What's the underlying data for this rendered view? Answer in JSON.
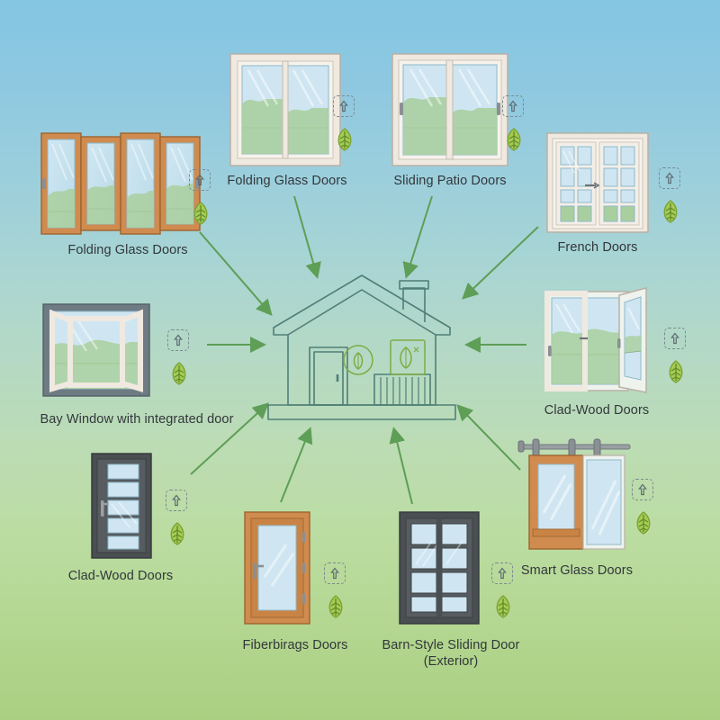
{
  "background": {
    "top_color": "#84c6e3",
    "mid_color": "#b5d9c4",
    "bottom_color": "#aacf81"
  },
  "theme": {
    "arrow_color": "#5e9e56",
    "house_line_color": "#4f7f77",
    "leaf_color": "#9cc84f",
    "leaf_stroke": "#6f9e2f",
    "caption_color": "#32373b",
    "wood_frame": "#d08b4e",
    "white_frame": "#efe9e0",
    "dark_frame": "#4a4f52",
    "glass_color": "#c7e3ef"
  },
  "house": {
    "name": "eco-house",
    "badges": [
      "leaf-circle-badge",
      "leaf-square-badge"
    ],
    "features": [
      "roof",
      "chimney",
      "front-door",
      "porch-railing",
      "foundation"
    ]
  },
  "items": [
    {
      "id": "folding-glass-doors-left",
      "label": "Folding Glass Doors",
      "style": "bifold-wood",
      "frame_color": "#d08b4e",
      "panels": 4,
      "badges": {
        "energy": "up-arrow-icon",
        "eco": "leaf-icon"
      }
    },
    {
      "id": "folding-glass-doors-top",
      "label": "Folding Glass Doors",
      "style": "double-white",
      "frame_color": "#efe9e0",
      "panels": 2,
      "badges": {
        "energy": "up-arrow-icon",
        "eco": "leaf-icon"
      }
    },
    {
      "id": "sliding-patio-doors",
      "label": "Sliding Patio Doors",
      "style": "sliding-white",
      "frame_color": "#efe9e0",
      "panels": 2,
      "badges": {
        "energy": "up-arrow-icon",
        "eco": "leaf-icon"
      }
    },
    {
      "id": "french-doors",
      "label": "French Doors",
      "style": "french-grid",
      "frame_color": "#efe9e0",
      "panels": 2,
      "badges": {
        "energy": "up-arrow-icon",
        "eco": "leaf-icon"
      }
    },
    {
      "id": "bay-window-integrated-door",
      "label": "Bay Window with integrated door",
      "style": "bay-window",
      "frame_color": "#6e7b83",
      "panels": 3,
      "badges": {
        "energy": "up-arrow-icon",
        "eco": "leaf-icon"
      }
    },
    {
      "id": "clad-wood-doors-right",
      "label": "Clad-Wood Doors",
      "style": "open-double-white",
      "frame_color": "#efe9e0",
      "panels": 2,
      "badges": {
        "energy": "up-arrow-icon",
        "eco": "leaf-icon"
      }
    },
    {
      "id": "clad-wood-doors-left",
      "label": "Clad-Wood Doors",
      "style": "dark-slab-5lite",
      "frame_color": "#4a4f52",
      "panels": 5,
      "badges": {
        "energy": "up-arrow-icon",
        "eco": "leaf-icon"
      }
    },
    {
      "id": "fiberbirags-doors",
      "label": "Fiberbirags Doors",
      "style": "wood-full-lite",
      "frame_color": "#d08b4e",
      "panels": 1,
      "badges": {
        "energy": "up-arrow-icon",
        "eco": "leaf-icon"
      }
    },
    {
      "id": "barn-style-sliding-door",
      "label": "Barn-Style Sliding Door\n(Exterior)",
      "style": "dark-8lite-double",
      "frame_color": "#4a4f52",
      "panels": 8,
      "badges": {
        "energy": "up-arrow-icon",
        "eco": "leaf-icon"
      }
    },
    {
      "id": "smart-glass-doors",
      "label": "Smart Glass Doors",
      "style": "barn-track-wood",
      "frame_color": "#d08b4e",
      "panels": 2,
      "badges": {
        "energy": "up-arrow-icon",
        "eco": "leaf-icon"
      }
    }
  ]
}
